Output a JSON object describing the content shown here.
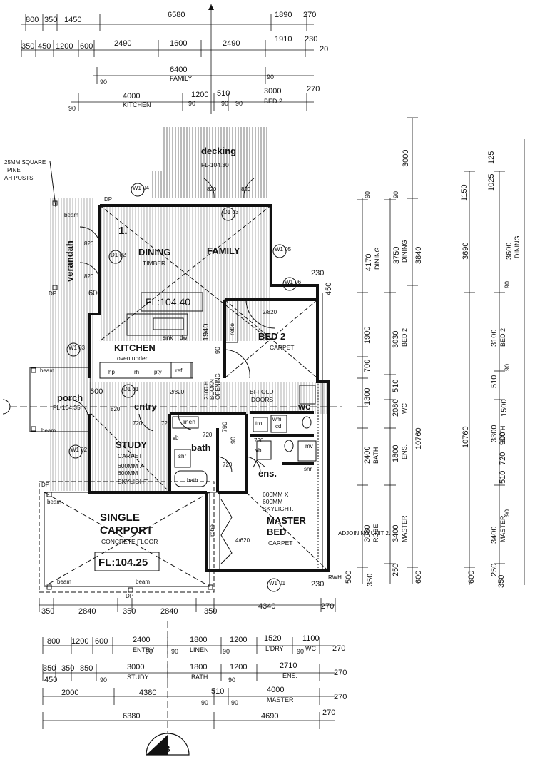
{
  "plan": {
    "unit_number": "1.",
    "adjoining_note": "ADJOINING UNIT 2.",
    "section_marker": "B",
    "post_note": [
      "25MM SQUARE",
      "PINE",
      "AH POSTS."
    ],
    "carport_fl": "FL:104.25",
    "dining_fl": "FL:104.40",
    "porch_fl": "FL-104.35",
    "decking_fl": "FL-104.30"
  },
  "rooms": {
    "decking": "decking",
    "dining": "DINING",
    "dining_sub": "TIMBER",
    "family": "FAMILY",
    "verandah": "verandah",
    "kitchen": "KITCHEN",
    "kitchen_sub": "oven under",
    "bed2": "BED 2",
    "bed2_sub": "CARPET",
    "porch": "porch",
    "entry": "entry",
    "study": "STUDY",
    "study_sub1": "CARPET",
    "study_sub2": "600MM X",
    "study_sub3": "600MM",
    "study_sub4": "SKYLIGHT.",
    "bath": "bath",
    "linen": "linen",
    "wc": "wc",
    "ens": "ens.",
    "carport1": "SINGLE",
    "carport2": "CARPORT",
    "carport_sub": "CONCRETE FLOOR",
    "master1": "MASTER",
    "master2": "BED",
    "master_sub": "CARPET",
    "master_sky1": "600MM X",
    "master_sky2": "600MM",
    "master_sky3": "SKYLIGHT.",
    "robe": "robe",
    "bifold1": "BI-FOLD",
    "bifold2": "DOORS",
    "opening1": "2100 H.",
    "opening2": "BOOKN",
    "opening3": "OPENING"
  },
  "fixtures": {
    "sink": "sink",
    "dw": "dw",
    "hp": "hp",
    "rh": "rh",
    "pty": "pty",
    "ref": "ref",
    "vb": "vb",
    "shr": "shr",
    "bath_tub": "bath",
    "wm": "wm",
    "tro": "tro",
    "cd": "cd",
    "mv": "mv",
    "beam": "beam",
    "dp": "DP",
    "rwh": "RWH"
  },
  "windows": [
    "W1 04",
    "D1 03",
    "W1 05",
    "W1 06",
    "D1 02",
    "W1 03",
    "D1 01",
    "W1 02",
    "W1 01"
  ],
  "door_sizes": [
    "820",
    "820",
    "820",
    "820",
    "820",
    "2/820",
    "2/820",
    "720",
    "720",
    "720",
    "720",
    "720",
    "4/620"
  ],
  "dims_top": {
    "row1": [
      "800",
      "350",
      "1450",
      "6580",
      "1890",
      "270"
    ],
    "row2": [
      "350",
      "450",
      "1200",
      "600",
      "2490",
      "1600",
      "2490",
      "1910",
      "230",
      "20"
    ],
    "row3": [
      "6400",
      "FAMILY",
      "90",
      "90"
    ],
    "row4": [
      "4000",
      "KITCHEN",
      "1200",
      "510",
      "3000",
      "BED 2",
      "90",
      "90",
      "90",
      "90",
      "270"
    ]
  },
  "dims_left_misc": [
    "600",
    "600",
    "1940",
    "90",
    "700",
    "230",
    "450",
    "790",
    "90"
  ],
  "dims_right_a": [
    [
      "4170",
      "DINING"
    ],
    [
      "1900",
      ""
    ],
    [
      "700",
      ""
    ],
    [
      "1300",
      ""
    ],
    [
      "2400",
      "BATH"
    ],
    [
      "3080",
      "ROBE"
    ]
  ],
  "dims_right_b": [
    [
      "3750",
      "DINING"
    ],
    [
      "3030",
      "BED 2"
    ],
    [
      "510",
      ""
    ],
    [
      "1800",
      "ENS."
    ],
    [
      "3400",
      "MASTER"
    ],
    [
      "250",
      ""
    ]
  ],
  "dims_right_c": [
    "3000",
    "3840",
    "10760",
    "600",
    "350",
    "230",
    "500",
    "90",
    "90"
  ],
  "dims_right_d": [
    [
      "2080",
      "WC"
    ]
  ],
  "dims_far": [
    "1150",
    "1025",
    "125",
    "3690",
    "3600",
    "DINING",
    "3100",
    "BED 2",
    "510",
    "1500",
    "3300",
    "BATH",
    "510",
    "720",
    "900",
    "3400",
    "MASTER",
    "10760",
    "600",
    "250",
    "350",
    "90",
    "90",
    "90"
  ],
  "dims_mid": [
    "350",
    "2840",
    "350",
    "2840",
    "350",
    "4340",
    "270"
  ],
  "dims_bottom": {
    "row1": [
      "800",
      "1200",
      "600",
      "2400",
      "ENTRY",
      "1800",
      "LINEN",
      "1200",
      "1520",
      "L'DRY",
      "1100",
      "WC",
      "90",
      "90",
      "90",
      "90",
      "270"
    ],
    "row2": [
      "350",
      "350",
      "850",
      "3000",
      "STUDY",
      "1800",
      "BATH",
      "1200",
      "2710",
      "ENS.",
      "450",
      "90",
      "90",
      "270"
    ],
    "row3": [
      "2000",
      "4380",
      "510",
      "4000",
      "MASTER",
      "90",
      "90",
      "270"
    ],
    "row4": [
      "6380",
      "4690",
      "270"
    ]
  }
}
